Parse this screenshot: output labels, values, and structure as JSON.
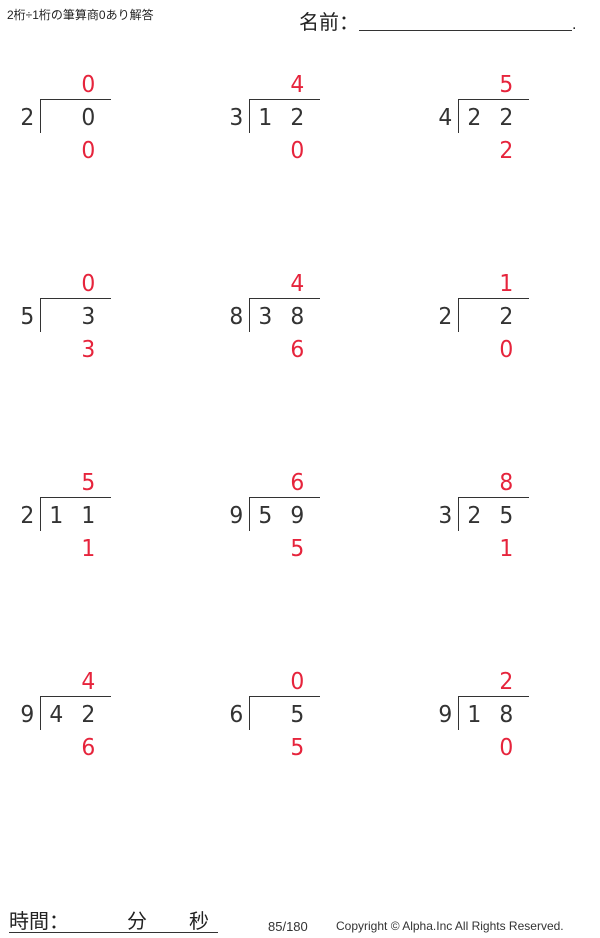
{
  "header": {
    "title": "2桁÷1桁の筆算商0あり解答",
    "name_label": "名前：",
    "name_dot": "."
  },
  "colors": {
    "answer": "#e6243c",
    "problem": "#333333"
  },
  "problems": [
    {
      "divisor": "2",
      "dividend_tens": "",
      "dividend_ones": "0",
      "quotient": "0",
      "remainder": "0"
    },
    {
      "divisor": "3",
      "dividend_tens": "1",
      "dividend_ones": "2",
      "quotient": "4",
      "remainder": "0"
    },
    {
      "divisor": "4",
      "dividend_tens": "2",
      "dividend_ones": "2",
      "quotient": "5",
      "remainder": "2"
    },
    {
      "divisor": "5",
      "dividend_tens": "",
      "dividend_ones": "3",
      "quotient": "0",
      "remainder": "3"
    },
    {
      "divisor": "8",
      "dividend_tens": "3",
      "dividend_ones": "8",
      "quotient": "4",
      "remainder": "6"
    },
    {
      "divisor": "2",
      "dividend_tens": "",
      "dividend_ones": "2",
      "quotient": "1",
      "remainder": "0"
    },
    {
      "divisor": "2",
      "dividend_tens": "1",
      "dividend_ones": "1",
      "quotient": "5",
      "remainder": "1"
    },
    {
      "divisor": "9",
      "dividend_tens": "5",
      "dividend_ones": "9",
      "quotient": "6",
      "remainder": "5"
    },
    {
      "divisor": "3",
      "dividend_tens": "2",
      "dividend_ones": "5",
      "quotient": "8",
      "remainder": "1"
    },
    {
      "divisor": "9",
      "dividend_tens": "4",
      "dividend_ones": "2",
      "quotient": "4",
      "remainder": "6"
    },
    {
      "divisor": "6",
      "dividend_tens": "",
      "dividend_ones": "5",
      "quotient": "0",
      "remainder": "5"
    },
    {
      "divisor": "9",
      "dividend_tens": "1",
      "dividend_ones": "8",
      "quotient": "2",
      "remainder": "0"
    }
  ],
  "footer": {
    "time_label": "時間：",
    "minutes_label": "分",
    "seconds_label": "秒",
    "page": "85/180",
    "copyright": "Copyright © Alpha.Inc All Rights Reserved."
  }
}
